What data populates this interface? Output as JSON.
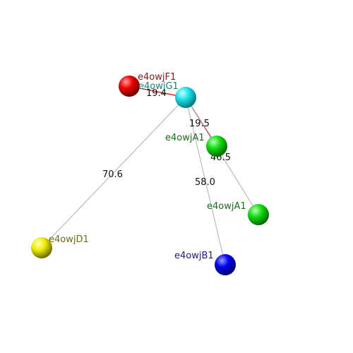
{
  "nodes": [
    {
      "id": "F1",
      "label": "e4owjF1",
      "color": "#ee0000",
      "label_color": "#7a1a1a"
    },
    {
      "id": "G1",
      "label": "e4owjG1",
      "color": "#18e0e8",
      "label_color": "#1e7a7a"
    },
    {
      "id": "A1a",
      "label": "e4owjA1",
      "color": "#11dd11",
      "label_color": "#1e6a1e"
    },
    {
      "id": "A1b",
      "label": "e4owjA1",
      "color": "#11dd11",
      "label_color": "#1e6a1e"
    },
    {
      "id": "D1",
      "label": "e4owjD1",
      "color": "#eeee00",
      "label_color": "#6a6a1e"
    },
    {
      "id": "B1",
      "label": "e4owjB1",
      "color": "#0000ee",
      "label_color": "#1e1e6a"
    }
  ],
  "edges": [
    {
      "from": "F1",
      "to": "G1",
      "label": "19.4",
      "color": "#cc2222"
    },
    {
      "from": "G1",
      "to": "A1a",
      "label": "19.5",
      "color": "#cc2222"
    },
    {
      "from": "G1",
      "to": "A1b",
      "label": "46.5",
      "color": "#b5b5b5"
    },
    {
      "from": "G1",
      "to": "B1",
      "label": "58.0",
      "color": "#b5b5b5"
    },
    {
      "from": "G1",
      "to": "D1",
      "label": "70.6",
      "color": "#b5b5b5"
    }
  ]
}
